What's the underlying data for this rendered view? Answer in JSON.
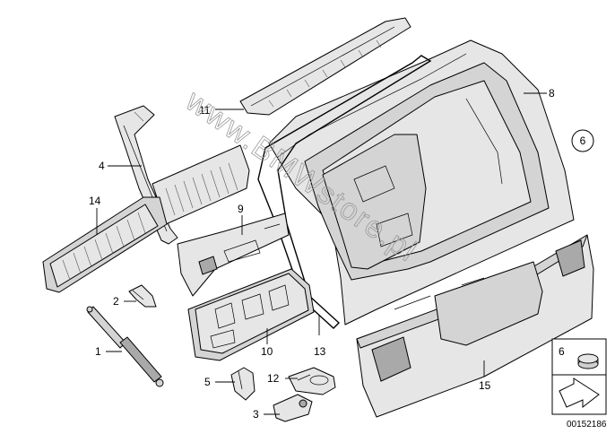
{
  "callouts": {
    "c1": "1",
    "c2": "2",
    "c3": "3",
    "c4": "4",
    "c5": "5",
    "c6": "6",
    "c8": "8",
    "c9": "9",
    "c10": "10",
    "c11": "11",
    "c12": "12",
    "c13": "13",
    "c14": "14",
    "c15": "15"
  },
  "legend": {
    "item_number": "6"
  },
  "watermark": "www.BMWstore.pl",
  "document_id": "00152186"
}
